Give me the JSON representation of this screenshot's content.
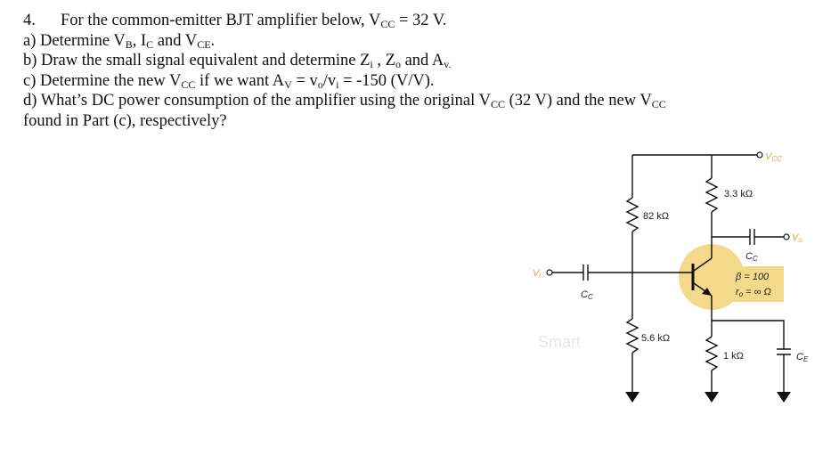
{
  "question": {
    "number": "4.",
    "title": {
      "pre": "For the common-emitter BJT amplifier below, V",
      "sub": "CC",
      "post": " = 32 V."
    },
    "a": {
      "pre": "a) Determine V",
      "s1": "B",
      "m1": ", I",
      "s2": "C",
      "m2": " and V",
      "s3": "CE",
      "post": "."
    },
    "b": {
      "pre": "b) Draw the small signal equivalent and determine Z",
      "s1": "i",
      "m1": " , Z",
      "s2": "o",
      "m2": " and A",
      "s3": "v.",
      "post": ""
    },
    "c": {
      "pre": "c) Determine the new V",
      "s1": "CC",
      "m1": " if we want A",
      "s2": "V",
      "m2": " = v",
      "s3": "o",
      "m3": "/v",
      "s4": "i",
      "post": " = -150 (V/V)."
    },
    "d1": {
      "pre": "d) What’s DC power consumption of the amplifier using the original V",
      "s1": "CC",
      "m1": " (32 V) and the new V",
      "s2": "CC"
    },
    "d2": "found in Part (c), respectively?"
  },
  "circuit": {
    "vcc_label": "V",
    "vcc_sub": "CC",
    "r1_label": "82 kΩ",
    "r2_label": "5.6 kΩ",
    "rc_label": "3.3 kΩ",
    "re_label": "1 kΩ",
    "vi_label": "V",
    "vi_sub": "i",
    "vo_label": "V",
    "vo_sub": "o",
    "cc_in_label": "C",
    "cc_in_sub": "C",
    "cc_out_label": "C",
    "cc_out_sub": "C",
    "ce_label": "C",
    "ce_sub": "E",
    "beta_label": "β = 100",
    "ro_label": "r",
    "ro_sub": "o",
    "ro_value": " = ∞ Ω",
    "watermark": "Smart",
    "accent_color": "#f5d98a",
    "label_color": "#e3a23a"
  }
}
